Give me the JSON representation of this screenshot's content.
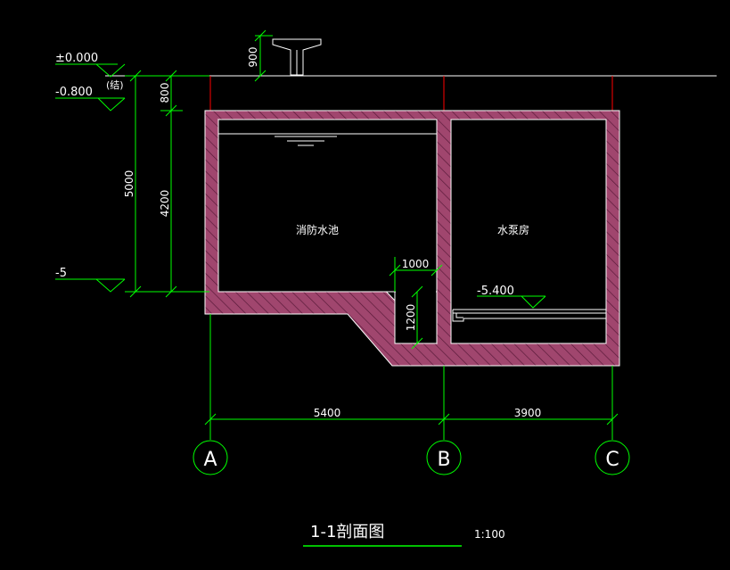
{
  "colors": {
    "background": "#000000",
    "wall_fill": "#a0466e",
    "wall_outline": "#ffffff",
    "hatch": "#4a1030",
    "dimension": "#00ff00",
    "axis_line": "#ff0000",
    "text": "#ffffff"
  },
  "elevations": {
    "top": "±0.000",
    "structure_top": "-0.800",
    "structure_note": "(结)",
    "bottom": "-5",
    "pump_floor": "-5.400"
  },
  "dimensions": {
    "beam_height": "900",
    "slab_drop": "800",
    "overall_depth": "5000",
    "pool_depth": "4200",
    "sump_width": "1000",
    "sump_depth": "1200",
    "span_ab": "5400",
    "span_bc": "3900"
  },
  "rooms": {
    "fire_pool": "消防水池",
    "pump_room": "水泵房"
  },
  "axes": {
    "a": "A",
    "b": "B",
    "c": "C"
  },
  "drawing": {
    "title": "1-1剖面图",
    "scale": "1:100"
  }
}
